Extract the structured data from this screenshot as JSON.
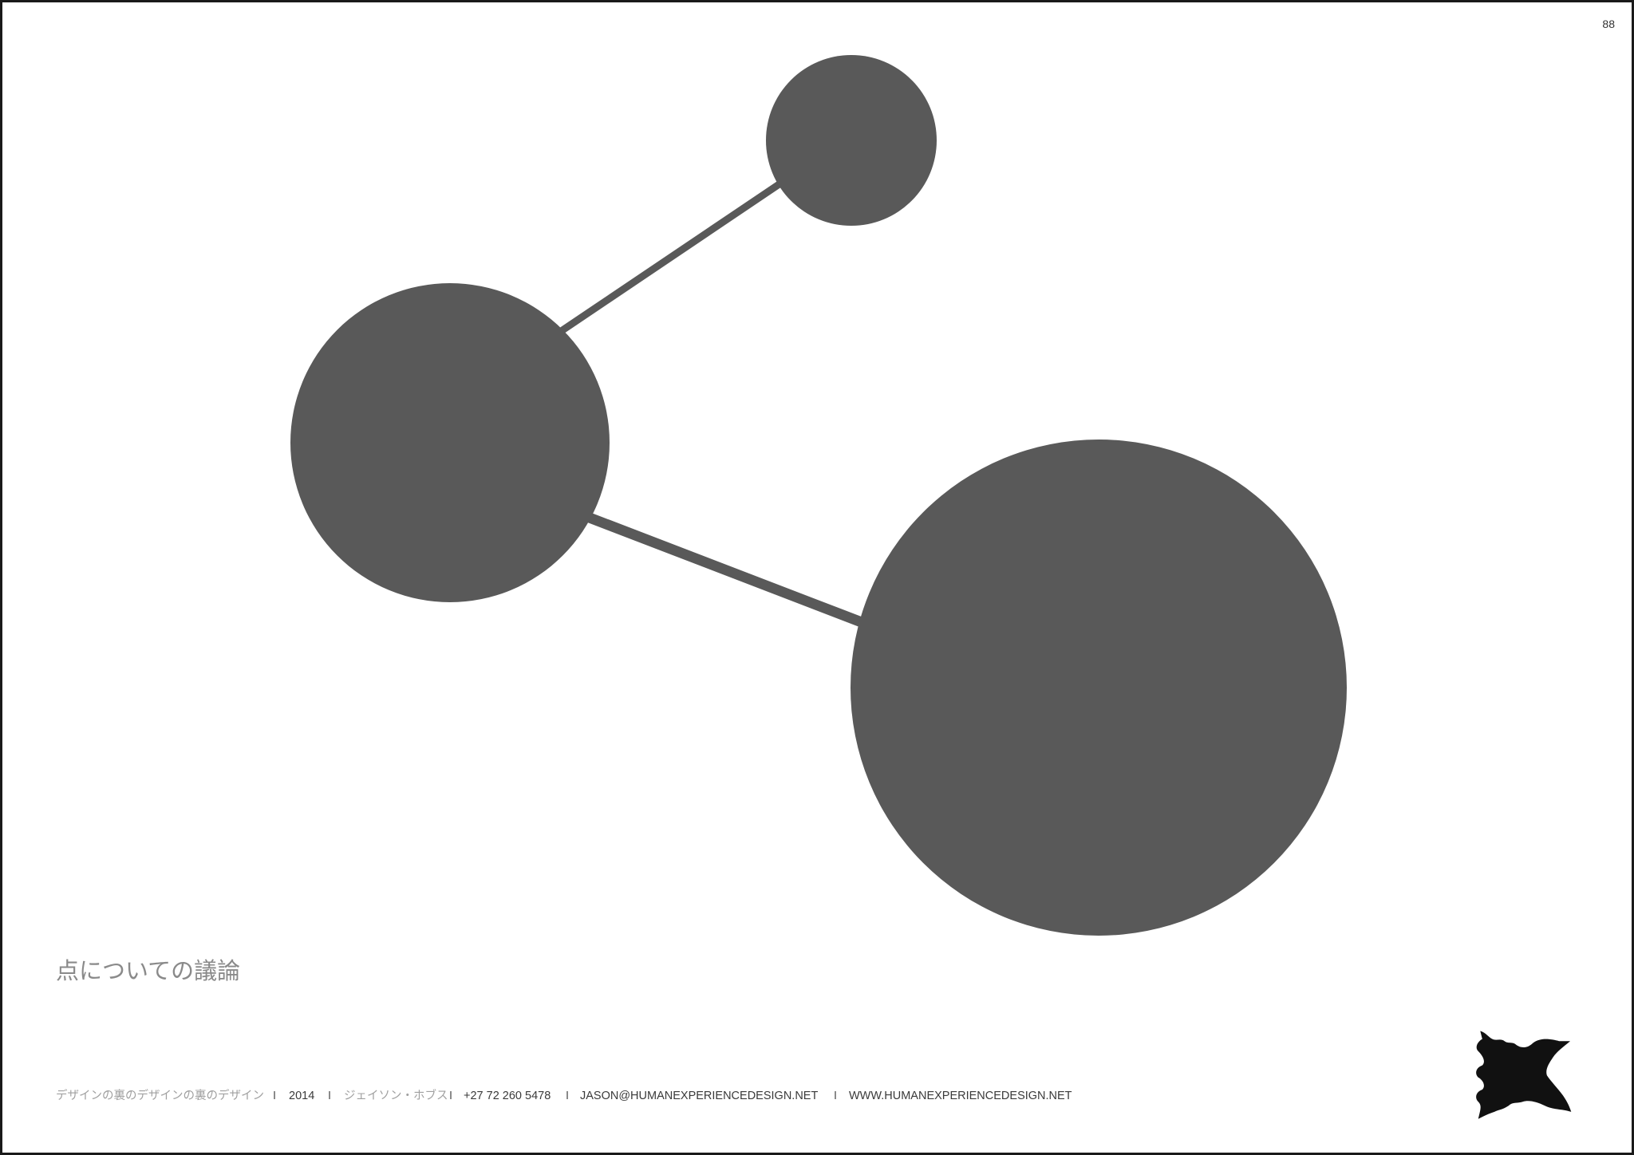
{
  "page": {
    "number": "88",
    "title": "点についての議論"
  },
  "footer": {
    "book_title": "デザインの裏のデザインの裏のデザイン",
    "separator": "I",
    "year": "2014",
    "author": "ジェイソン・ホブス",
    "phone": "+27 72 260 5478",
    "email": "JASON@HUMANEXPERIENCEDESIGN.NET",
    "website": "WWW.HUMANEXPERIENCEDESIGN.NET"
  },
  "brand": {
    "logo_icon": "inkblot-logo-icon"
  },
  "colors": {
    "shape": "#595959",
    "title": "#8a8a8a",
    "muted": "#a0a0a0",
    "text": "#3a3a3a",
    "logo": "#111111",
    "border": "#1a1a1a"
  }
}
